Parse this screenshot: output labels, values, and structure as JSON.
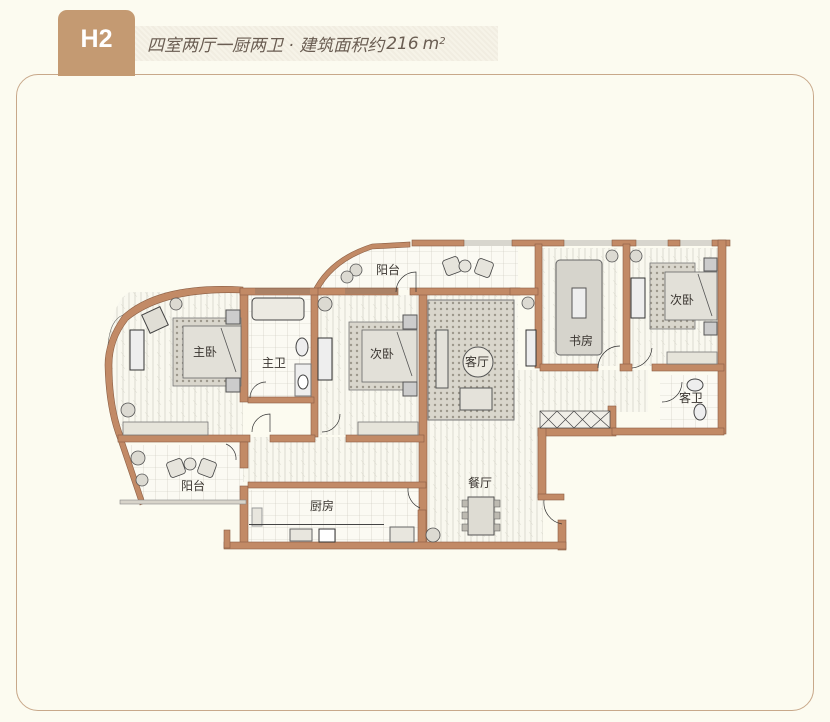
{
  "header": {
    "badge": "H2",
    "title": "四室两厅一厨两卫 · 建筑面积约216 m",
    "title_main": "四室两厅一厨两卫 · 建筑面积约",
    "area_value": "216",
    "area_unit": "m",
    "area_unit_sup": "2"
  },
  "colors": {
    "background": "#fcfbf0",
    "badge": "#c49a72",
    "frame_border": "#c8a88a",
    "wall": "#c28a66",
    "floor": "#f8f6ec"
  },
  "rooms": {
    "master_bedroom": "主卧",
    "master_bath": "主卫",
    "second_bedroom_1": "次卧",
    "living_room": "客厅",
    "balcony_top": "阳台",
    "study": "书房",
    "second_bedroom_2": "次卧",
    "guest_bath": "客卫",
    "balcony_bottom": "阳台",
    "kitchen": "厨房",
    "dining_room": "餐厅"
  }
}
